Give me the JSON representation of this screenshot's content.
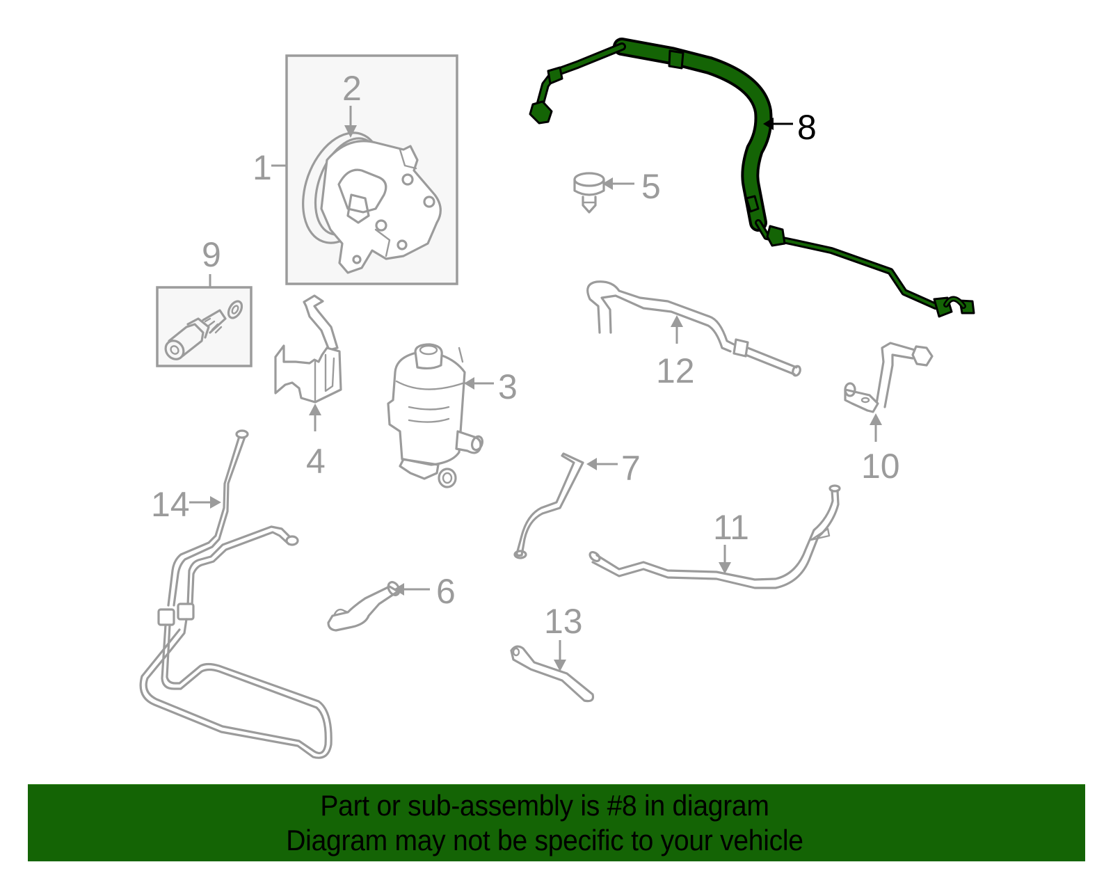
{
  "diagram": {
    "subject": "Power steering system exploded parts diagram",
    "highlight_color": "#146405",
    "line_color": "#9b9b9b",
    "kit_box_fill": "#f7f7f7",
    "highlighted_part": "8",
    "callouts": [
      {
        "id": "1",
        "label": "1",
        "highlighted": false
      },
      {
        "id": "2",
        "label": "2",
        "highlighted": false
      },
      {
        "id": "3",
        "label": "3",
        "highlighted": false
      },
      {
        "id": "4",
        "label": "4",
        "highlighted": false
      },
      {
        "id": "5",
        "label": "5",
        "highlighted": false
      },
      {
        "id": "6",
        "label": "6",
        "highlighted": false
      },
      {
        "id": "7",
        "label": "7",
        "highlighted": false
      },
      {
        "id": "8",
        "label": "8",
        "highlighted": true
      },
      {
        "id": "9",
        "label": "9",
        "highlighted": false
      },
      {
        "id": "10",
        "label": "10",
        "highlighted": false
      },
      {
        "id": "11",
        "label": "11",
        "highlighted": false
      },
      {
        "id": "12",
        "label": "12",
        "highlighted": false
      },
      {
        "id": "13",
        "label": "13",
        "highlighted": false
      },
      {
        "id": "14",
        "label": "14",
        "highlighted": false
      }
    ]
  },
  "banner": {
    "line1": "Part or sub-assembly is #8 in diagram",
    "line2": "Diagram may not be specific to your vehicle",
    "background": "#146405",
    "text_color": "#000000"
  }
}
